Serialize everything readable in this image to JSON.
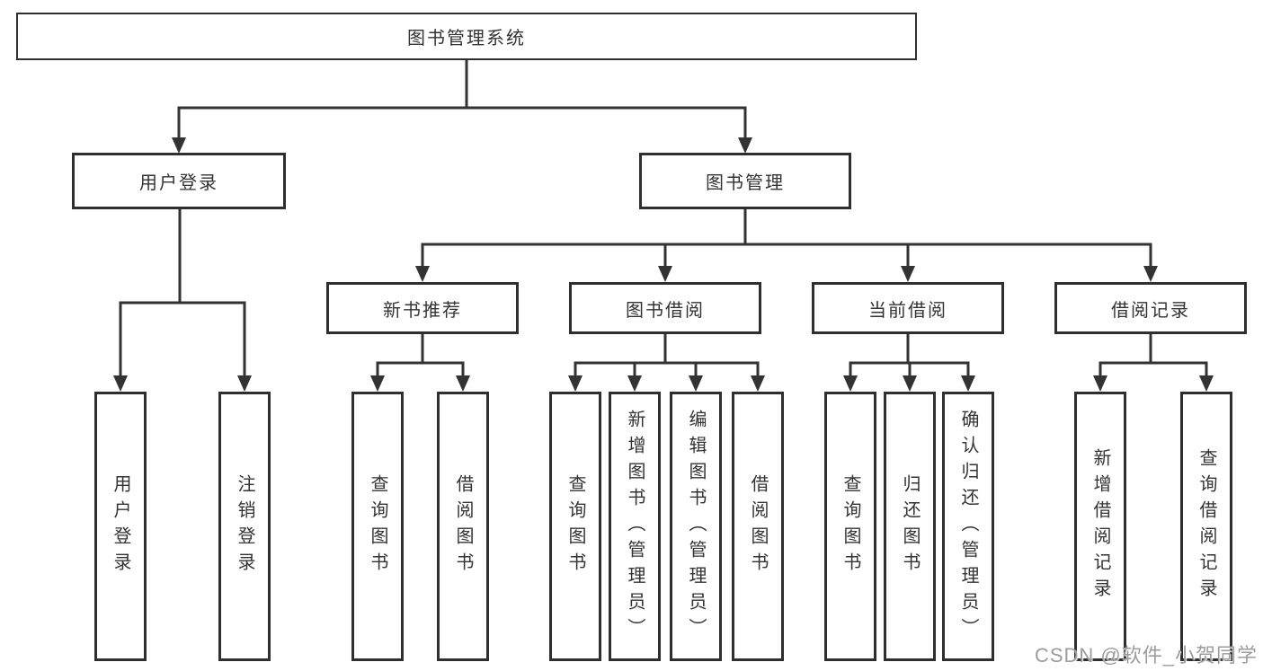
{
  "diagram": {
    "root": {
      "label": "图书管理系统"
    },
    "children": [
      {
        "label": "用户登录",
        "children": [
          {
            "label": "用户登录"
          },
          {
            "label": "注销登录"
          }
        ]
      },
      {
        "label": "图书管理",
        "children": [
          {
            "label": "新书推荐",
            "children": [
              {
                "label": "查询图书"
              },
              {
                "label": "借阅图书"
              }
            ]
          },
          {
            "label": "图书借阅",
            "children": [
              {
                "label": "查询图书"
              },
              {
                "label": "新增图书（管理员）"
              },
              {
                "label": "编辑图书（管理员）"
              },
              {
                "label": "借阅图书"
              }
            ]
          },
          {
            "label": "当前借阅",
            "children": [
              {
                "label": "查询图书"
              },
              {
                "label": "归还图书"
              },
              {
                "label": "确认归还（管理员）"
              }
            ]
          },
          {
            "label": "借阅记录",
            "children": [
              {
                "label": "新增借阅记录"
              },
              {
                "label": "查询借阅记录"
              }
            ]
          }
        ]
      }
    ]
  },
  "watermark": {
    "text": "CSDN @软件_小贺同学"
  },
  "colors": {
    "line": "#333333",
    "box_border": "#2f2f2f",
    "text": "#333333",
    "watermark": "#9c9c9c",
    "background": "#ffffff"
  }
}
